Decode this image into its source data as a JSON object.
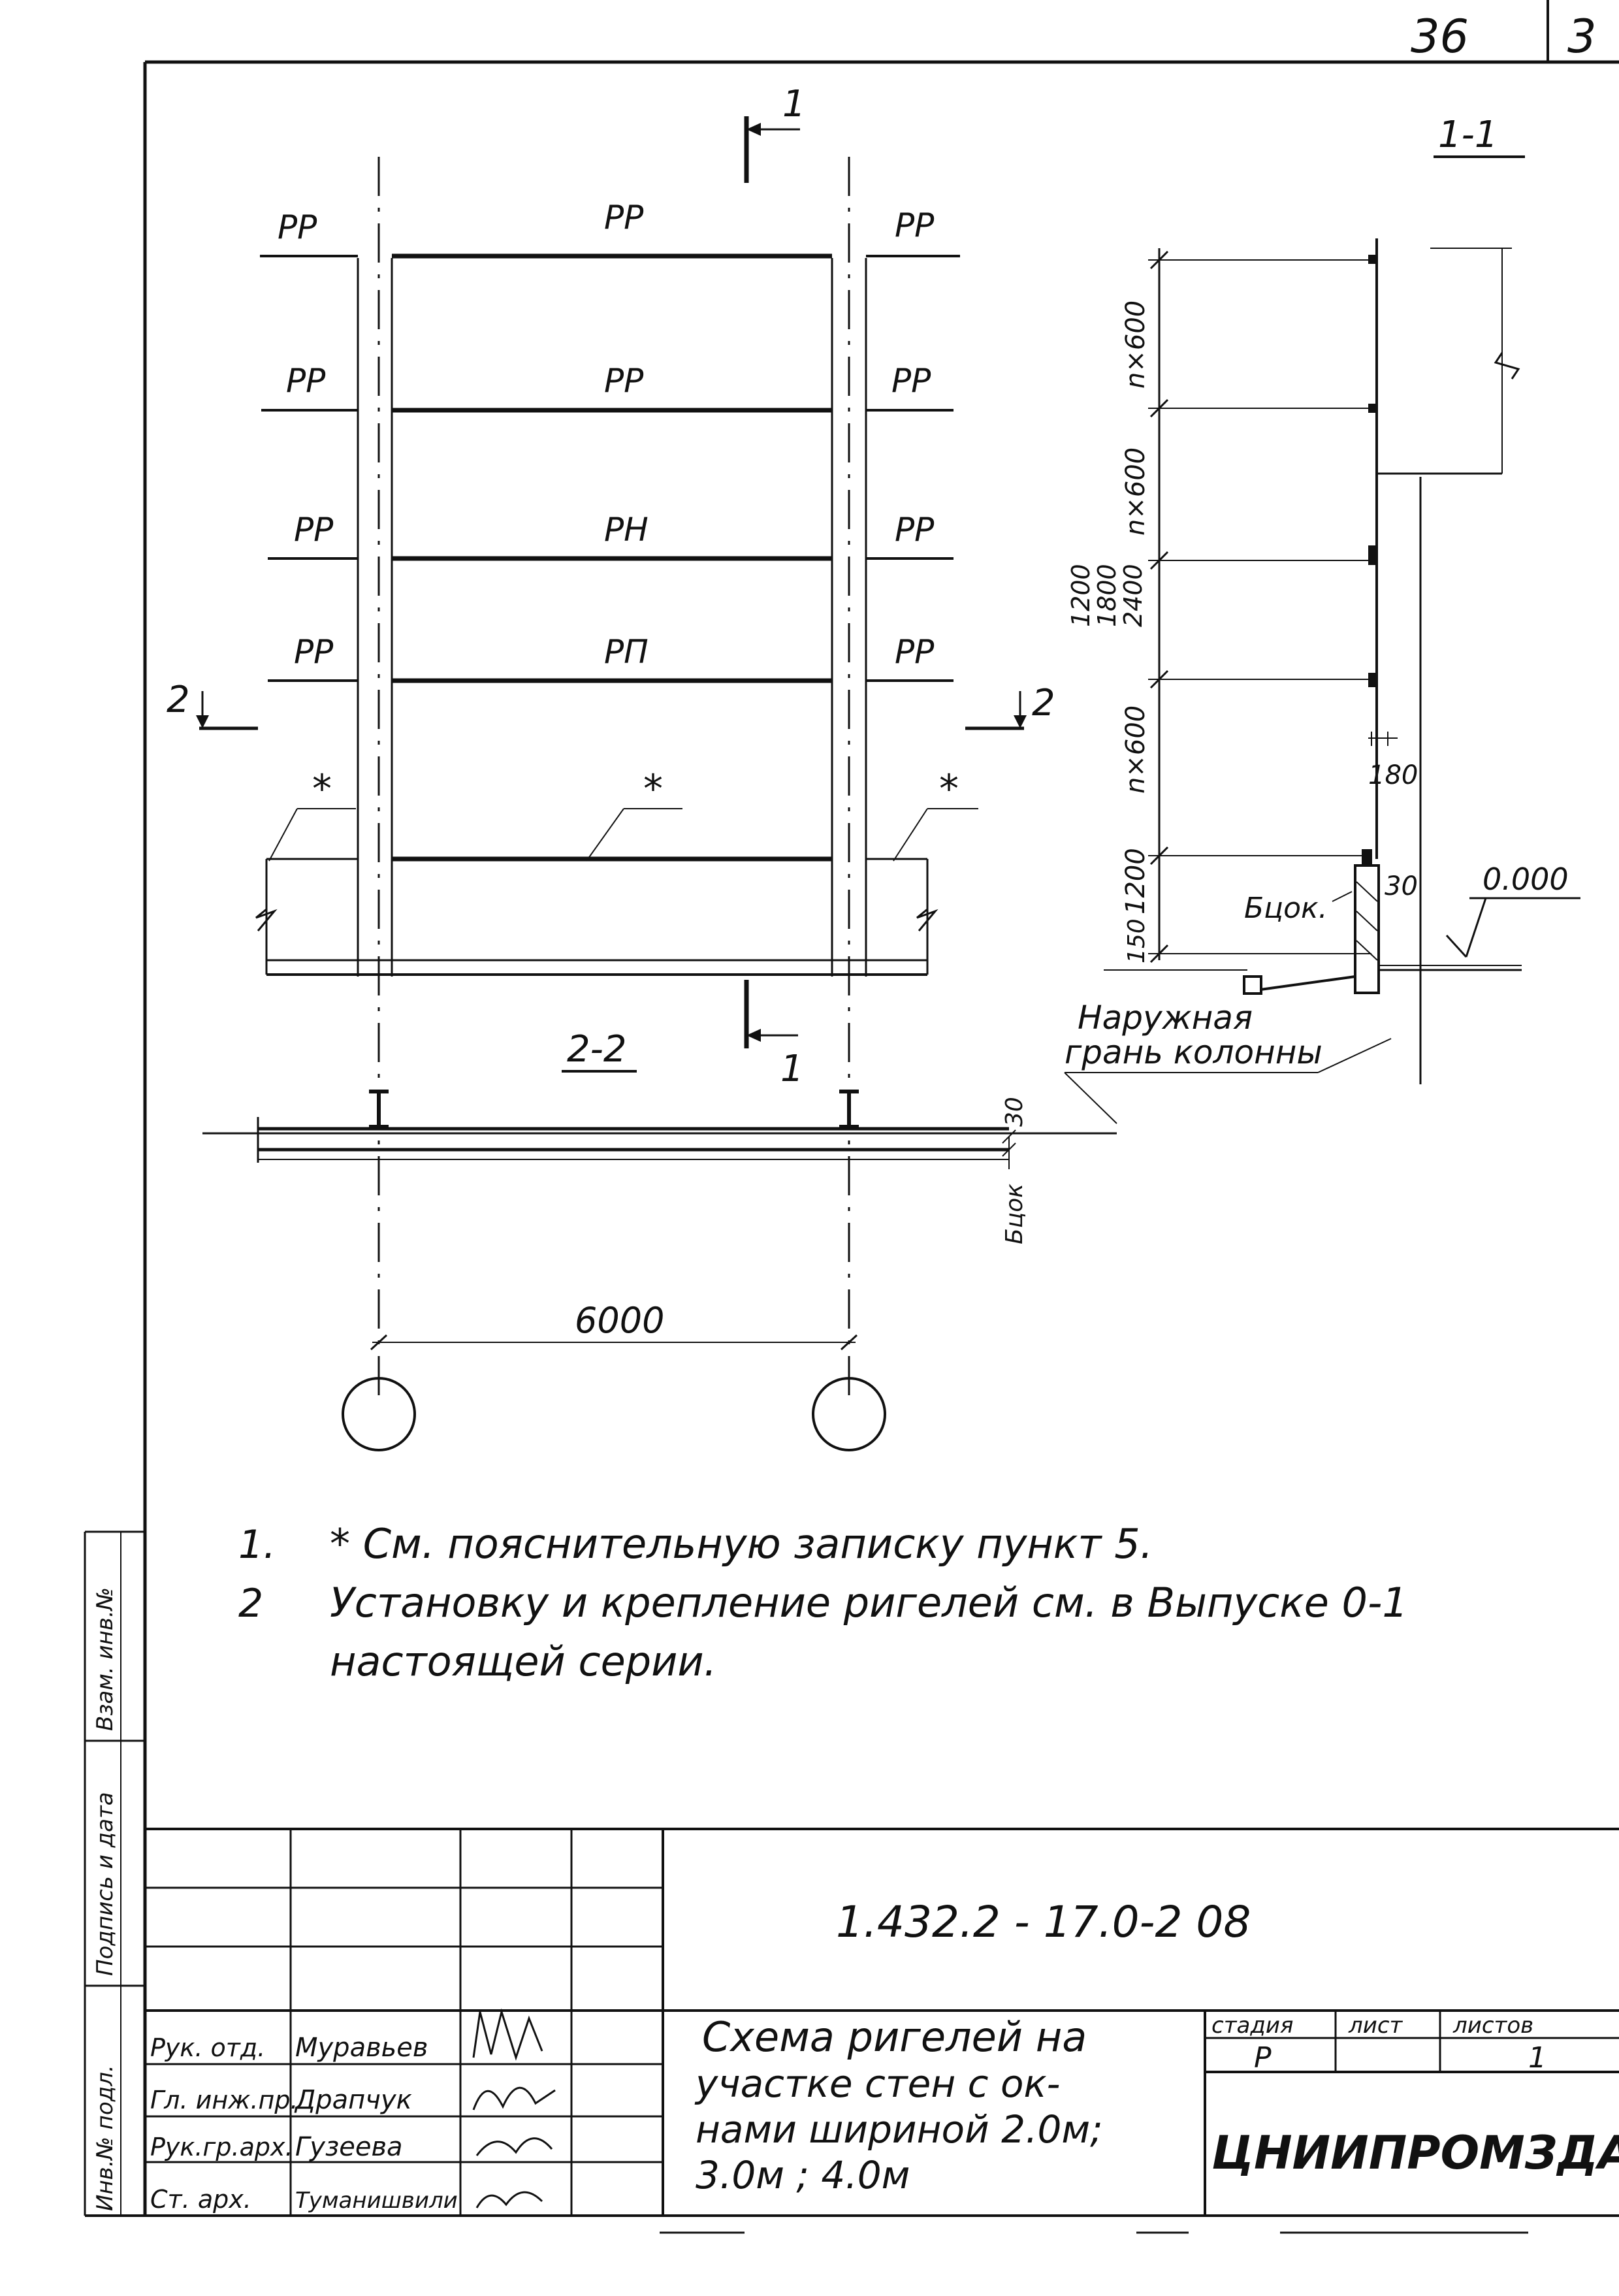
{
  "sheet": {
    "page_number": "36",
    "page_number_cut": "3"
  },
  "section_marks": {
    "s1_top_num": "1",
    "s1_bottom_num": "1",
    "s2_left_num": "2",
    "s2_right_num": "2",
    "title_1_1": "1-1",
    "title_2_2": "2-2"
  },
  "elevation": {
    "rows": [
      {
        "left": "PP",
        "mid": "PP",
        "right": "PP"
      },
      {
        "left": "PP",
        "mid": "PP",
        "right": "PP"
      },
      {
        "left": "PP",
        "mid": "PH",
        "right": "PP"
      },
      {
        "left": "PP",
        "mid": "PП",
        "right": "PP"
      }
    ],
    "stars": [
      "*",
      "*",
      "*"
    ]
  },
  "section_1_1": {
    "dims_left": [
      "n×600",
      "n×600",
      "n×600",
      "1200",
      "150"
    ],
    "dims_stack": [
      "1200",
      "1800",
      "2400"
    ],
    "dim_180": "180",
    "b_label": "Бцок.",
    "dim_30": "30",
    "level": "0.000",
    "column_note_line1": "Наружная",
    "column_note_line2": "грань колонны"
  },
  "plan_2_2": {
    "dim_30": "30",
    "dim_b": "Бцок",
    "span": "6000"
  },
  "notes": {
    "n1_num": "1.",
    "n1_text": "* См. пояснительную записку пункт 5.",
    "n2_num": "2",
    "n2_text_line1": "Установку и крепление ригелей см. в Выпуске 0-1",
    "n2_text_line2": "настоящей серии."
  },
  "side_stamp": {
    "f1": "Взам. инв.№",
    "f2": "Подпись и дата",
    "f3": "Инв.№ подл."
  },
  "title_block": {
    "code": "1.432.2 - 17.0-2 08",
    "title_lines": [
      "Схема ригелей на",
      "участке стен с ок-",
      "нами шириной 2.0м;",
      "3.0м ; 4.0м"
    ],
    "roles": [
      "Рук. отд.",
      "Гл. инж.пр.",
      "Рук.гр.арх.",
      "Ст. арх."
    ],
    "names": [
      "Муравьев",
      "Драпчук",
      "Гузеева",
      "Туманишвили"
    ],
    "stage_header": "стадия",
    "sheet_header": "лист",
    "sheets_header": "листов",
    "stage": "Р",
    "sheet": "1",
    "org": "ЦНИИПРОМЗДАНИЙ"
  }
}
